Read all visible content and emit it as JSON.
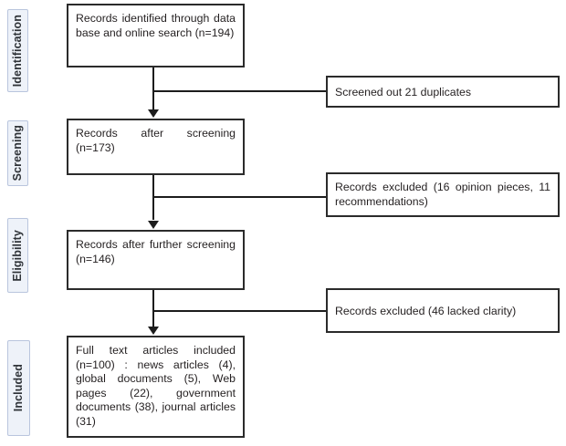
{
  "diagram": {
    "title": "PRISMA study selection flow diagram",
    "accent_border": "#2b2b2b",
    "stage_fill": "#eef2f9",
    "stage_border": "#b9c5dd",
    "line_color": "#1c1c1c"
  },
  "stages": [
    {
      "label": "Identification"
    },
    {
      "label": "Screening"
    },
    {
      "label": "Eligibility"
    },
    {
      "label": "Included"
    }
  ],
  "flow_boxes": [
    {
      "text": "Records identified through data base and online search (n=194)"
    },
    {
      "text": "Records after screening (n=173)"
    },
    {
      "text": "Records after further screening (n=146)"
    },
    {
      "text": "Full text articles included (n=100) : news articles (4), global documents (5), Web pages (22), government documents (38), journal articles (31)"
    }
  ],
  "exclusion_boxes": [
    {
      "text": "Screened out 21 duplicates"
    },
    {
      "text": "Records excluded (16 opinion pieces, 11 recommendations)"
    },
    {
      "text": "Records excluded (46 lacked clarity)"
    }
  ]
}
